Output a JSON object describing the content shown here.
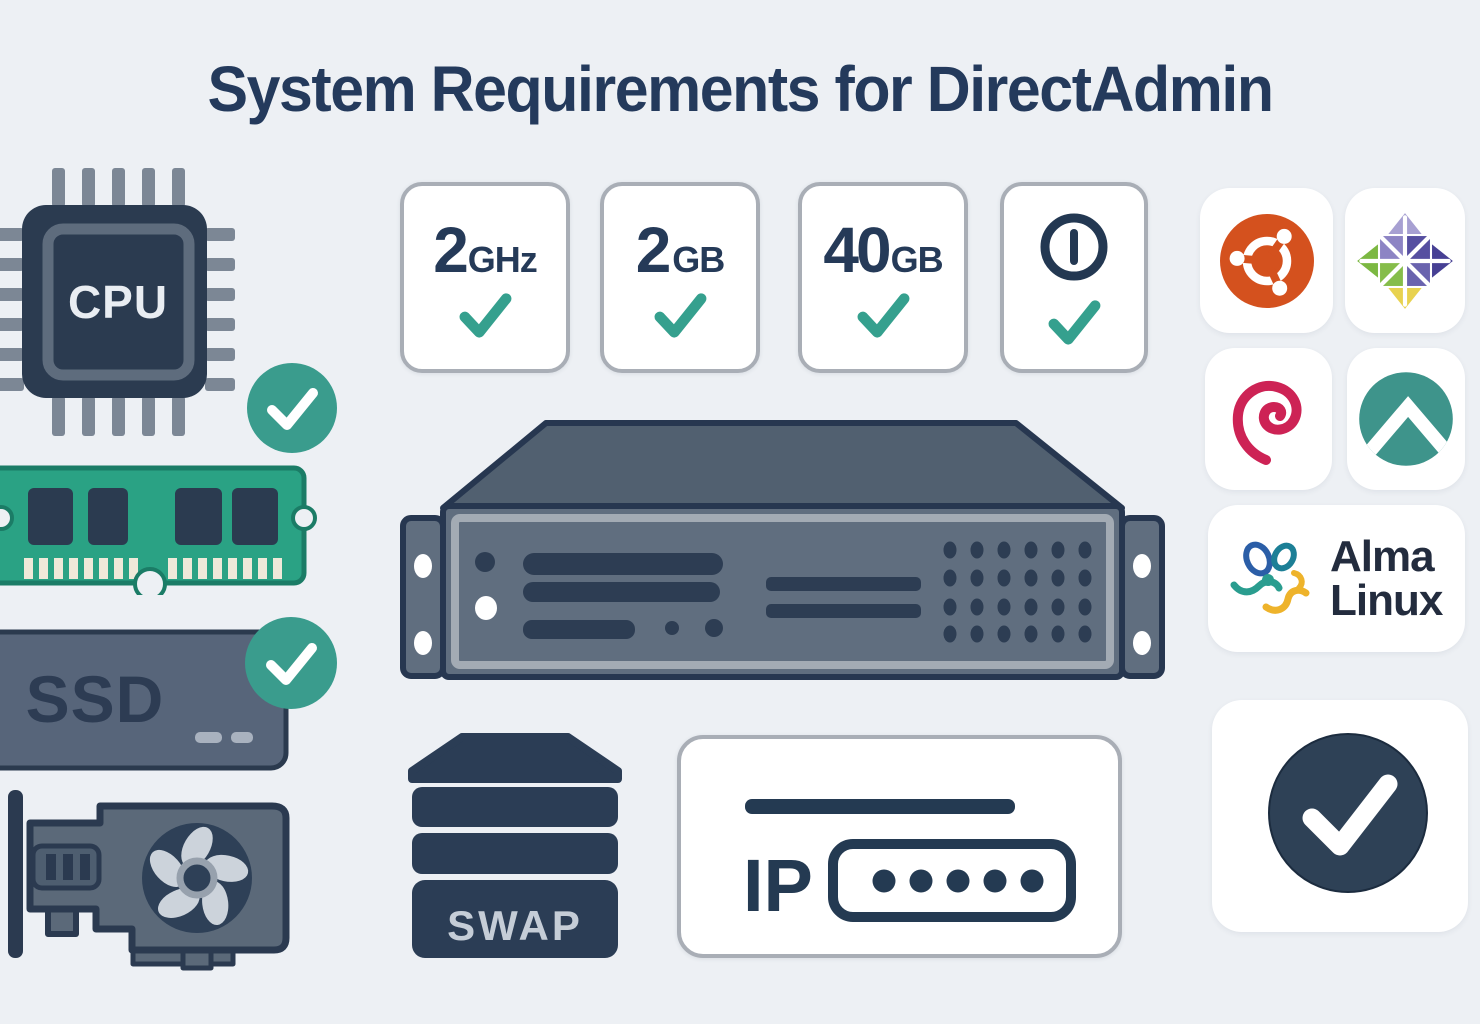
{
  "title": "System Requirements for DirectAdmin",
  "requirements": [
    {
      "id": "cpu-speed",
      "value": "2",
      "unit": "GHz",
      "checked": true
    },
    {
      "id": "memory",
      "value": "2",
      "unit": "GB",
      "checked": true
    },
    {
      "id": "storage",
      "value": "40",
      "unit": "GB",
      "checked": true
    },
    {
      "id": "dedicated-ip",
      "icon": "power-one-icon",
      "checked": true
    }
  ],
  "hardware_labels": {
    "cpu": "CPU",
    "ssd": "SSD",
    "swap": "SWAP",
    "ip": "IP"
  },
  "os_tiles": [
    {
      "name": "Ubuntu",
      "icon": "ubuntu-logo-icon"
    },
    {
      "name": "CentOS",
      "icon": "centos-logo-icon"
    },
    {
      "name": "Debian",
      "icon": "debian-logo-icon"
    },
    {
      "name": "Rocky Linux",
      "icon": "rocky-linux-logo-icon"
    },
    {
      "name": "AlmaLinux",
      "icon": "almalinux-logo-icon",
      "label_line1": "Alma",
      "label_line2": "Linux"
    },
    {
      "name": "Supported",
      "icon": "checkmark-badge-icon"
    }
  ],
  "colors": {
    "background": "#edf0f4",
    "navy": "#253a58",
    "teal_check": "#359c8c",
    "card_border": "#a9aeb6",
    "ram_green": "#2aa284",
    "slate": "#5b6979",
    "dark_slate": "#2e4057",
    "ubuntu_orange": "#d4511e",
    "debian_magenta": "#cd2355",
    "rocky_teal": "#3e948b",
    "badge_navy": "#2e4156"
  }
}
